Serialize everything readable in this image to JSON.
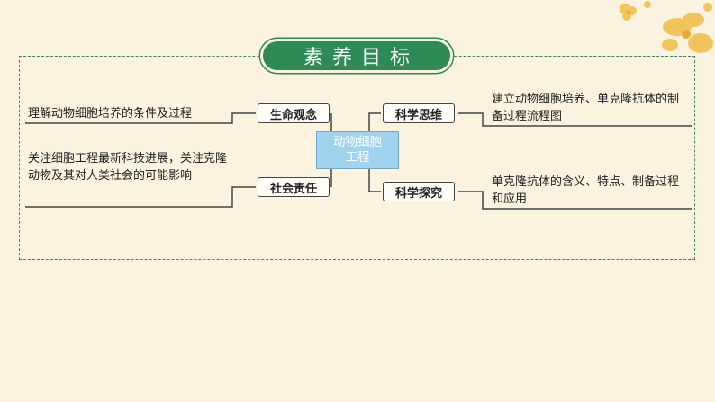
{
  "title": "素养目标",
  "center": "动物细胞工程",
  "branches": {
    "left_top": {
      "label": "生命观念",
      "text": "理解动物细胞培养的条件及过程"
    },
    "left_bottom": {
      "label": "社会责任",
      "text": "关注细胞工程最新科技进展，关注克隆动物及其对人类社会的可能影响"
    },
    "right_top": {
      "label": "科学思维",
      "text": "建立动物细胞培养、单克隆抗体的制备过程流程图"
    },
    "right_bottom": {
      "label": "科学探究",
      "text": "单克隆抗体的含义、特点、制备过程和应用"
    }
  },
  "colors": {
    "frame": "#3a8a5a",
    "title_bg": "#2e8b57",
    "center_bg": "#9fd3ee",
    "background": "#fbf3df"
  }
}
